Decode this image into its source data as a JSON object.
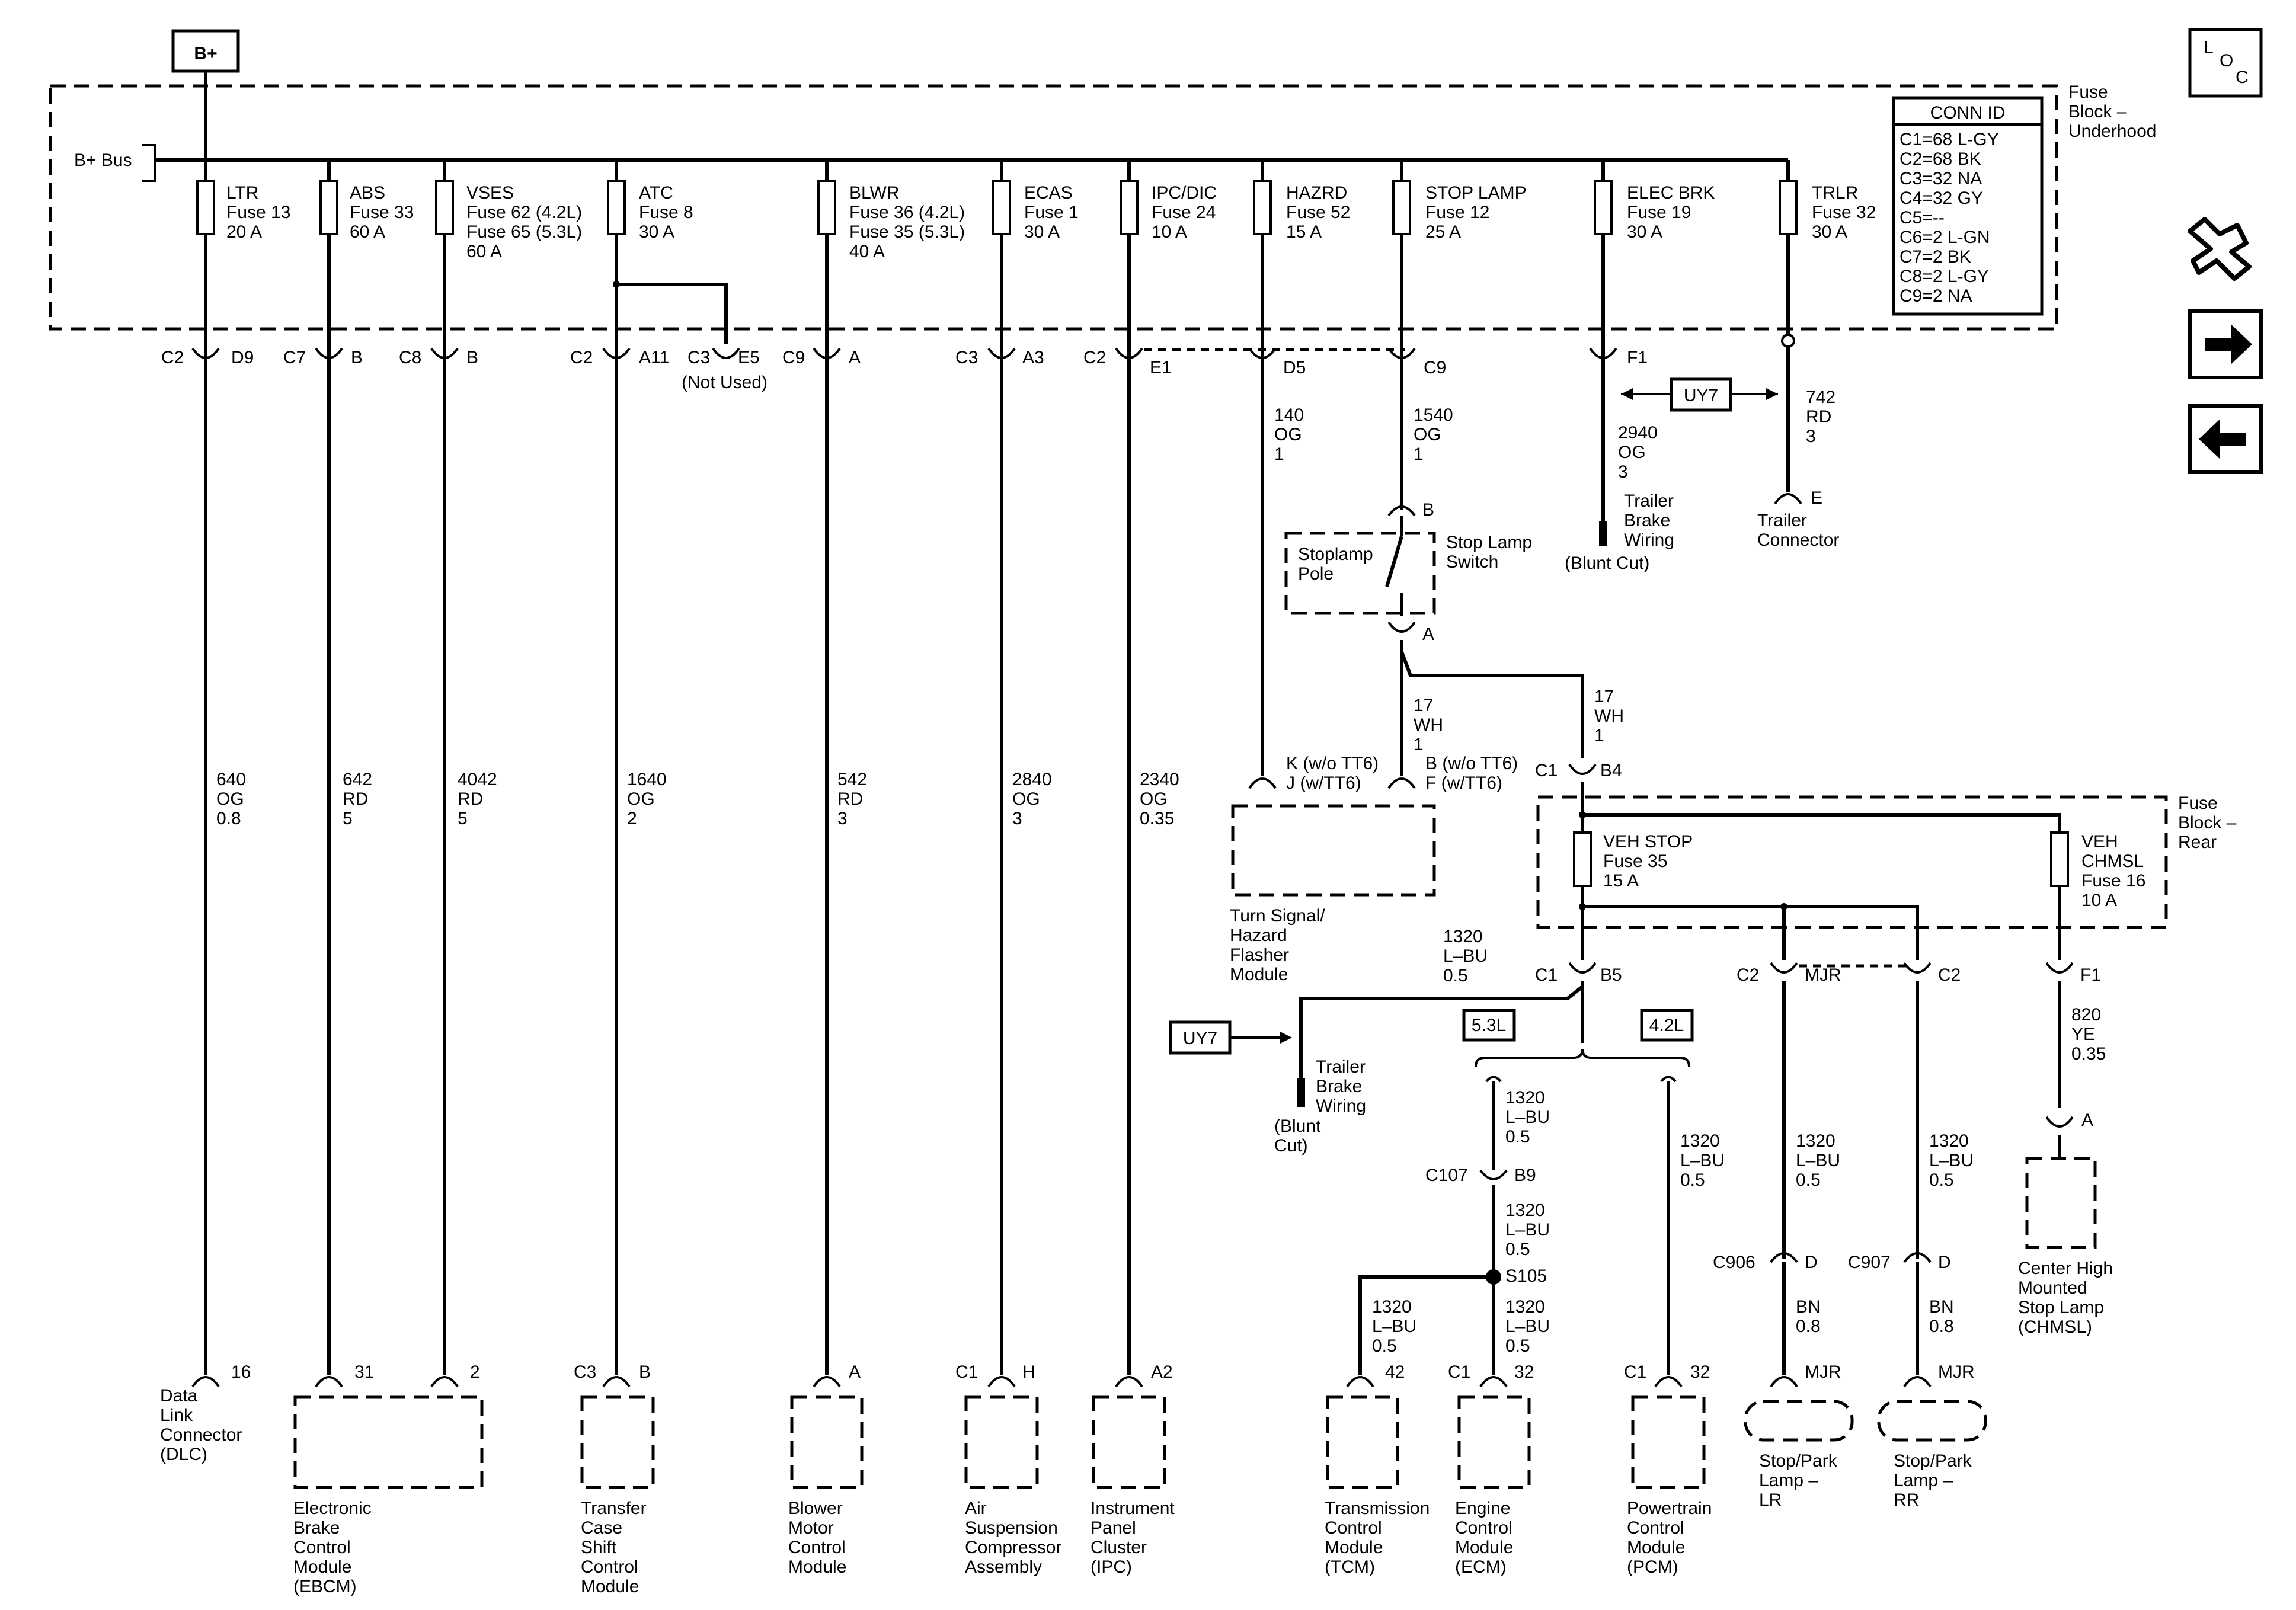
{
  "batt": "B+",
  "bus_label": "B+ Bus",
  "loc_icon": {
    "l": "L",
    "o": "O",
    "c": "C"
  },
  "nav_icons": [
    "tools-icon",
    "arrow-right-icon",
    "arrow-left-icon"
  ],
  "fuse_block": {
    "title": [
      "Fuse",
      "Block –",
      "Underhood"
    ]
  },
  "conn_id": {
    "title": "CONN ID",
    "rows": [
      "C1=68 L-GY",
      "C2=68 BK",
      "C3=32 NA",
      "C4=32 GY",
      "C5=--",
      "C6=2 L-GN",
      "C7=2 BK",
      "C8=2 L-GY",
      "C9=2 NA"
    ]
  },
  "fuses": [
    {
      "lines": [
        "LTR",
        "Fuse 13",
        "20 A"
      ],
      "conn": "C2",
      "pin": "D9",
      "wire": [
        "640",
        "OG",
        "0.8"
      ],
      "dconn": "",
      "dpin": "16",
      "module": [
        "Data",
        "Link",
        "Connector",
        "(DLC)"
      ]
    },
    {
      "lines": [
        "ABS",
        "Fuse 33",
        "60 A"
      ],
      "conn": "C7",
      "pin": "B",
      "wire": [
        "642",
        "RD",
        "5"
      ],
      "dconn": "",
      "dpin": "31",
      "module": [
        "Electronic",
        "Brake",
        "Control",
        "Module",
        "(EBCM)"
      ]
    },
    {
      "lines": [
        "VSES",
        "Fuse 62 (4.2L)",
        "Fuse 65 (5.3L)",
        "60 A"
      ],
      "conn": "C8",
      "pin": "B",
      "wire": [
        "4042",
        "RD",
        "5"
      ],
      "dconn": "",
      "dpin": "2"
    },
    {
      "lines": [
        "ATC",
        "Fuse 8",
        "30 A"
      ],
      "conn": "C2",
      "pin": "A11",
      "wire": [
        "1640",
        "OG",
        "2"
      ],
      "dconn": "C3",
      "dpin": "B",
      "module": [
        "Transfer",
        "Case",
        "Shift",
        "Control",
        "Module"
      ]
    },
    {
      "lines": [
        "BLWR",
        "Fuse 36 (4.2L)",
        "Fuse 35 (5.3L)",
        "40 A"
      ],
      "conn": "C9",
      "pin": "A",
      "wire": [
        "542",
        "RD",
        "3"
      ],
      "dconn": "",
      "dpin": "A",
      "module": [
        "Blower",
        "Motor",
        "Control",
        "Module"
      ]
    },
    {
      "lines": [
        "ECAS",
        "Fuse 1",
        "30 A"
      ],
      "conn": "C3",
      "pin": "A3",
      "wire": [
        "2840",
        "OG",
        "3"
      ],
      "dconn": "C1",
      "dpin": "H",
      "module": [
        "Air",
        "Suspension",
        "Compressor",
        "Assembly"
      ]
    },
    {
      "lines": [
        "IPC/DIC",
        "Fuse 24",
        "10 A"
      ],
      "conn": "C2",
      "pin": "E1",
      "wire": [
        "2340",
        "OG",
        "0.35"
      ],
      "dconn": "",
      "dpin": "A2",
      "module": [
        "Instrument",
        "Panel",
        "Cluster",
        "(IPC)"
      ]
    },
    {
      "lines": [
        "HAZRD",
        "Fuse 52",
        "15 A"
      ],
      "conn": "",
      "pin": "D5",
      "wire": [
        "140",
        "OG",
        "1"
      ]
    },
    {
      "lines": [
        "STOP LAMP",
        "Fuse 12",
        "25 A"
      ],
      "conn": "",
      "pin": "C9",
      "wire": [
        "1540",
        "OG",
        "1"
      ]
    },
    {
      "lines": [
        "ELEC BRK",
        "Fuse 19",
        "30 A"
      ],
      "conn": "",
      "pin": "F1",
      "wire": [
        "2940",
        "OG",
        "3"
      ]
    },
    {
      "lines": [
        "TRLR",
        "Fuse 32",
        "30 A"
      ],
      "conn": "",
      "pin": "",
      "wire": [
        "742",
        "RD",
        "3"
      ]
    }
  ],
  "atc_unused": {
    "conn": "C3",
    "pin": "E5",
    "note": "(Not Used)"
  },
  "uy7": "UY7",
  "trailer_brake": {
    "lines": [
      "Trailer",
      "Brake",
      "Wiring"
    ],
    "note": "(Blunt Cut)"
  },
  "trailer_conn": {
    "pin": "E",
    "lines": [
      "Trailer",
      "Connector"
    ]
  },
  "stop_switch": {
    "pin_top": "B",
    "pin_bottom": "A",
    "pole": [
      "Stoplamp",
      "Pole"
    ],
    "label": [
      "Stop Lamp",
      "Switch"
    ]
  },
  "wh_left": [
    "17",
    "WH",
    "1"
  ],
  "wh_right": [
    "17",
    "WH",
    "1"
  ],
  "flasher": {
    "pin_k": "K (w/o TT6)",
    "pin_j": "J (w/TT6)",
    "pin_b": "B (w/o TT6)",
    "pin_f": "F (w/TT6)",
    "lines": [
      "Turn Signal/",
      "Hazard",
      "Flasher",
      "Module"
    ]
  },
  "rear_block": {
    "title": [
      "Fuse",
      "Block –",
      "Rear"
    ],
    "in_conn": "C1",
    "in_pin": "B4",
    "veh_stop": [
      "VEH STOP",
      "Fuse 35",
      "15 A"
    ],
    "chmsl": [
      "VEH",
      "CHMSL",
      "Fuse 16",
      "10 A"
    ]
  },
  "b5": {
    "conn": "C1",
    "pin": "B5",
    "wire": [
      "1320",
      "L–BU",
      "0.5"
    ]
  },
  "trailer_brake2": {
    "lines": [
      "Trailer",
      "Brake",
      "Wiring"
    ],
    "note": [
      "(Blunt",
      "Cut)"
    ]
  },
  "engine_opts": [
    "5.3L",
    "4.2L"
  ],
  "wire_5_3": [
    "1320",
    "L–BU",
    "0.5"
  ],
  "c107": {
    "conn": "C107",
    "pin": "B9",
    "wire": [
      "1320",
      "L–BU",
      "0.5"
    ]
  },
  "s105": "S105",
  "tcm_wire": [
    "1320",
    "L–BU",
    "0.5"
  ],
  "ecm_wire": [
    "1320",
    "L–BU",
    "0.5"
  ],
  "pcm_wire": [
    "1320",
    "L–BU",
    "0.5"
  ],
  "tcm": {
    "pin": "42",
    "lines": [
      "Transmission",
      "Control",
      "Module",
      "(TCM)"
    ]
  },
  "ecm": {
    "conn": "C1",
    "pin": "32",
    "lines": [
      "Engine",
      "Control",
      "Module",
      "(ECM)"
    ]
  },
  "pcm": {
    "conn": "C1",
    "pin": "32",
    "lines": [
      "Powertrain",
      "Control",
      "Module",
      "(PCM)"
    ]
  },
  "lr": {
    "conn": "C2",
    "pin": "MJR",
    "wire": [
      "1320",
      "L–BU",
      "0.5"
    ],
    "splice_conn": "C906",
    "splice_pin": "D",
    "wire2": [
      "BN",
      "0.8"
    ],
    "lines": [
      "Stop/Park",
      "Lamp –",
      "LR"
    ]
  },
  "rr": {
    "conn": "C2",
    "wire": [
      "1320",
      "L–BU",
      "0.5"
    ],
    "splice_conn": "C907",
    "splice_pin": "D",
    "wire2": [
      "BN",
      "0.8"
    ],
    "pin": "MJR",
    "lines": [
      "Stop/Park",
      "Lamp –",
      "RR"
    ]
  },
  "chmsl_out": {
    "pin": "F1",
    "wire": [
      "820",
      "YE",
      "0.35"
    ],
    "lamp_pin": "A",
    "lines": [
      "Center High",
      "Mounted",
      "Stop Lamp",
      "(CHMSL)"
    ]
  }
}
